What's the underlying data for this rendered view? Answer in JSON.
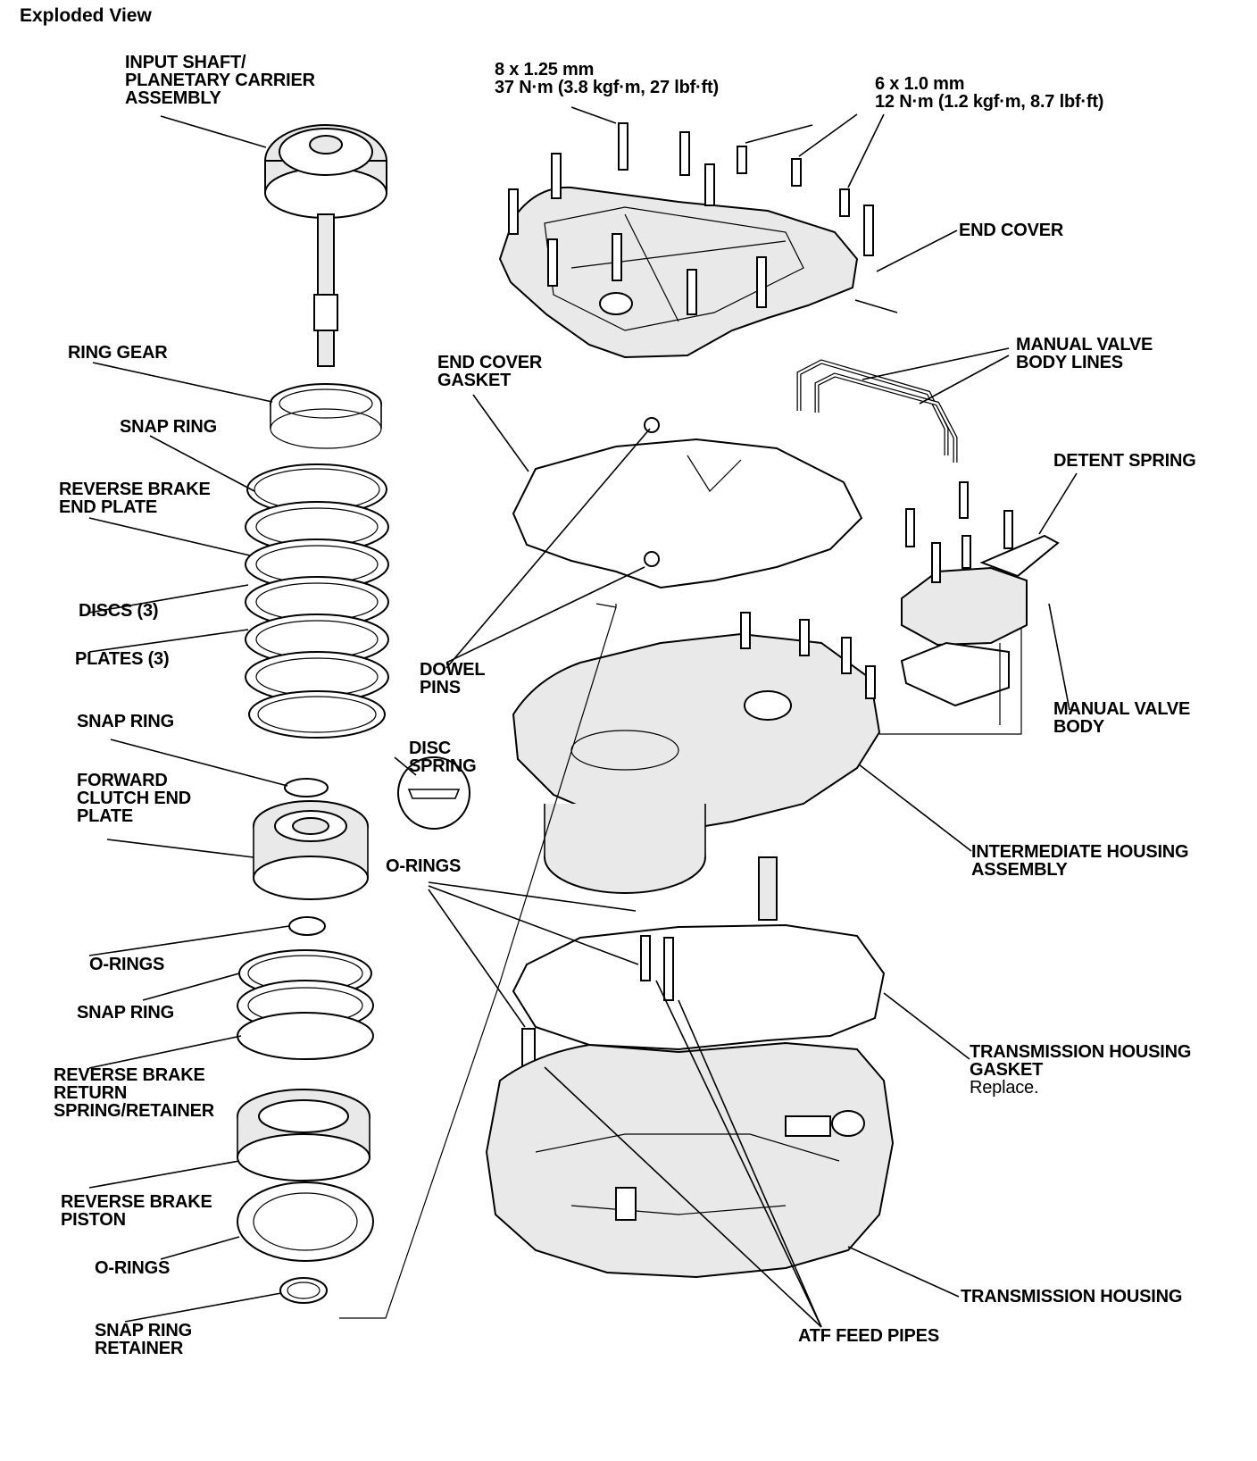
{
  "title": "Exploded View",
  "labels": {
    "input_shaft": [
      "INPUT SHAFT/",
      "PLANETARY CARRIER",
      "ASSEMBLY"
    ],
    "ring_gear": [
      "RING GEAR"
    ],
    "snap_ring_1": [
      "SNAP RING"
    ],
    "reverse_brake_end_plate": [
      "REVERSE BRAKE",
      "END PLATE"
    ],
    "discs": [
      "DISCS (3)"
    ],
    "plates": [
      "PLATES (3)"
    ],
    "snap_ring_2": [
      "SNAP RING"
    ],
    "forward_clutch_end_plate": [
      "FORWARD",
      "CLUTCH END",
      "PLATE"
    ],
    "disc_spring": [
      "DISC",
      "SPRING"
    ],
    "o_rings_mid": [
      "O-RINGS"
    ],
    "o_rings_left": [
      "O-RINGS"
    ],
    "snap_ring_3": [
      "SNAP RING"
    ],
    "reverse_brake_return": [
      "REVERSE BRAKE",
      "RETURN",
      "SPRING/RETAINER"
    ],
    "reverse_brake_piston": [
      "REVERSE BRAKE",
      "PISTON"
    ],
    "o_rings_bottom": [
      "O-RINGS"
    ],
    "snap_ring_retainer": [
      "SNAP RING",
      "RETAINER"
    ],
    "bolt_8mm": [
      "8 x 1.25 mm",
      "37 N·m (3.8 kgf·m, 27 lbf·ft)"
    ],
    "bolt_6mm": [
      "6 x 1.0 mm",
      "12 N·m (1.2 kgf·m, 8.7 lbf·ft)"
    ],
    "end_cover": [
      "END COVER"
    ],
    "end_cover_gasket": [
      "END COVER",
      "GASKET"
    ],
    "manual_valve_body_lines": [
      "MANUAL VALVE",
      "BODY LINES"
    ],
    "detent_spring": [
      "DETENT SPRING"
    ],
    "dowel_pins": [
      "DOWEL",
      "PINS"
    ],
    "manual_valve_body": [
      "MANUAL VALVE",
      "BODY"
    ],
    "intermediate_housing": [
      "INTERMEDIATE HOUSING",
      "ASSEMBLY"
    ],
    "transmission_housing_gasket": [
      "TRANSMISSION HOUSING",
      "GASKET"
    ],
    "gasket_note": "Replace.",
    "transmission_housing": [
      "TRANSMISSION HOUSING"
    ],
    "atf_feed_pipes": [
      "ATF FEED PIPES"
    ]
  }
}
